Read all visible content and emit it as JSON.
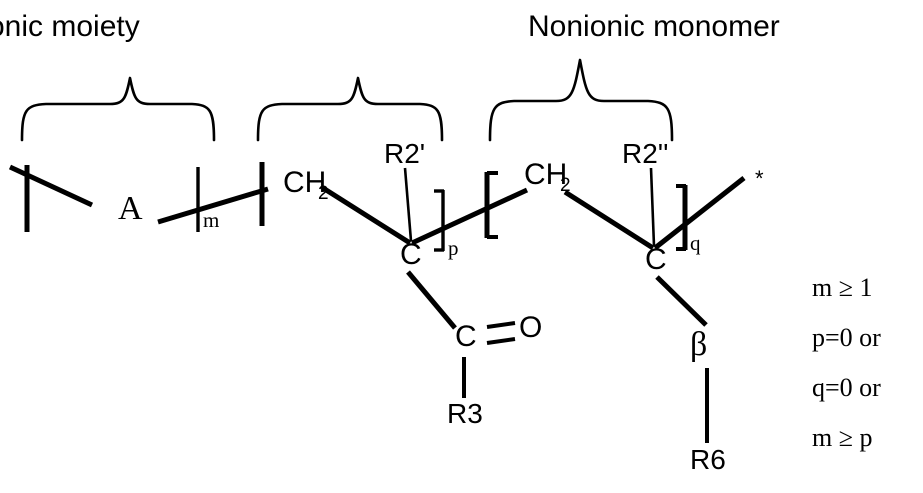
{
  "diagram": {
    "type": "chemical-structure-formula",
    "background_color": "#ffffff",
    "stroke_color": "#000000"
  },
  "braces": [
    {
      "id": "anionic",
      "title": "onic moiety",
      "clipped_left": true
    },
    {
      "id": "acrylic",
      "title": ""
    },
    {
      "id": "nonionic",
      "title": "Nonionic monomer"
    }
  ],
  "backbone": {
    "segment_a": {
      "label": "A",
      "subscript": "m"
    },
    "segment_p": {
      "ch2": "CH",
      "ch2_sub": "2",
      "substituent": "R2'",
      "center": "C",
      "subscript": "p",
      "carbonyl_c": "C",
      "carbonyl_o": "O",
      "carbonyl_r": "R3"
    },
    "segment_q": {
      "ch2": "CH",
      "ch2_sub": "2",
      "substituent": "R2''",
      "center": "C",
      "subscript": "q",
      "beta": "β",
      "beta_r": "R6"
    },
    "terminus": "*"
  },
  "conditions": [
    "m ≥ 1",
    "p=0 or",
    "q=0 or",
    "m ≥ p"
  ]
}
